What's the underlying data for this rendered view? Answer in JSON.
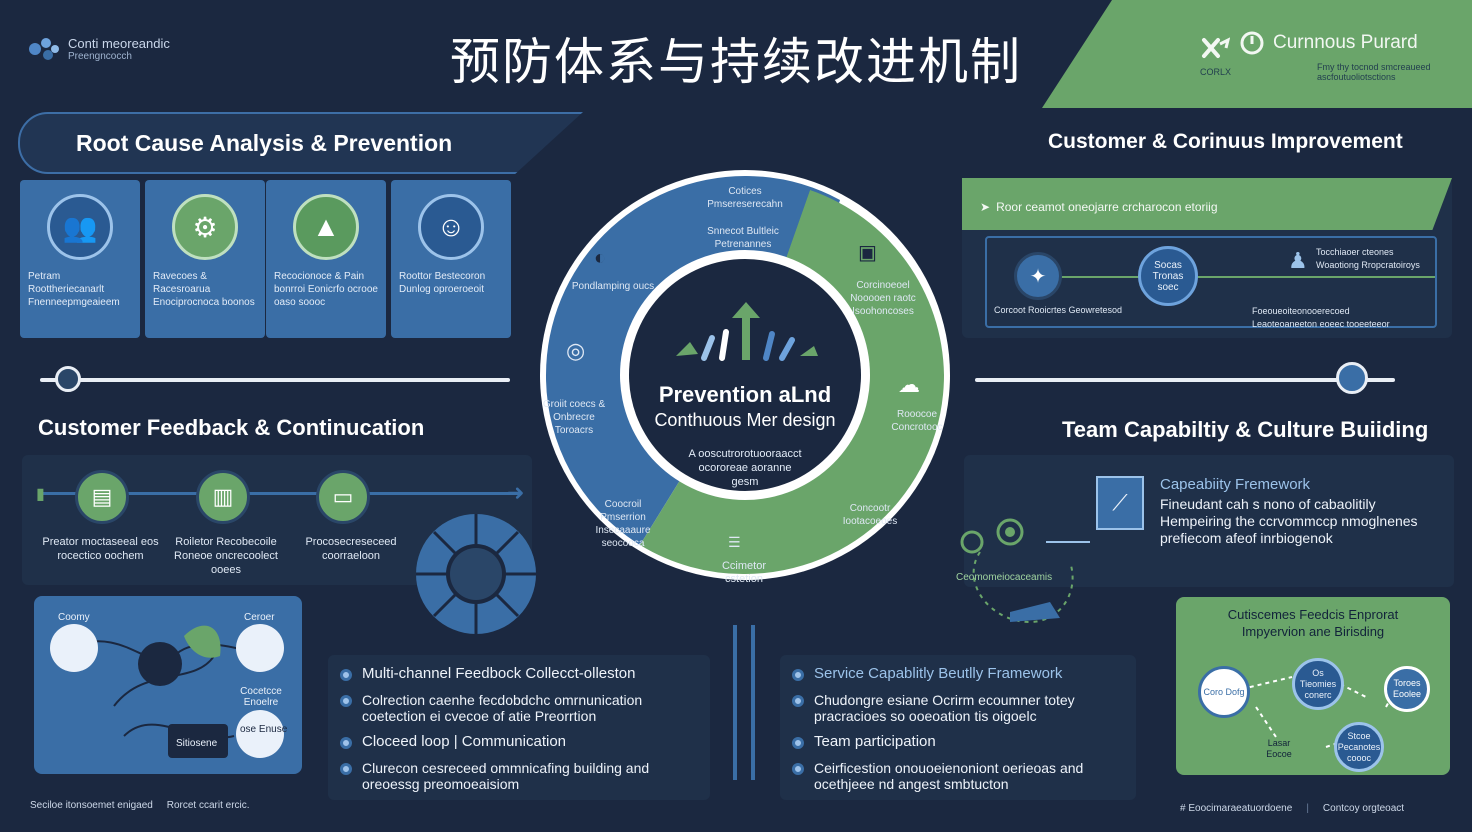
{
  "header": {
    "title": "预防体系与持续改进机制",
    "logo_left_line1": "Conti meoreandic",
    "logo_left_line2": "Preengncocch",
    "logo_right_name": "Curnnous Purard",
    "logo_right_sub1": "CORLX",
    "logo_right_sub2": "Fmy thy tocnod smcreaueed ascfoutuoliotsctions"
  },
  "root_cause": {
    "heading": "Root Cause Analysis & Prevention",
    "cards": [
      {
        "text": "Petram Roottheriecanarlt Fnenneepmgeaieem"
      },
      {
        "text": "Ravecoes & Racesroarua Enociprocnoca boonos"
      },
      {
        "text": "Recocionoce & Pain bonrroi Eonicrfo ocrooe oaso soooc"
      },
      {
        "text": "Roottor Bestecoron Dunlog oproeroeoit"
      }
    ]
  },
  "center": {
    "title_line1": "Prevention aLnd",
    "title_line2": "Conthuous Mer design",
    "sub_line1": "A ooscutrorotuooraacct",
    "sub_line2": "ocororeae aoranne",
    "sub_line3": "gesm",
    "ring_labels": {
      "top_a": "Cotices Pmsereserecahn",
      "top_b": "Snnecot Bultleic Petrenannes",
      "left_a": "Pondlamping oucs",
      "left_b": "Groiit coecs & Onbrecre Toroacrs",
      "bottom_left": "Coocroil Pmserrion Insecaaaure seocooca",
      "bottom": "Ccimetor cstetion",
      "right_a": "Corcinoeoel Nooooen raotc Isoohoncoses",
      "right_b": "Rooocoe Concrotooc",
      "bottom_right": "Concootr Iootacoeoes"
    }
  },
  "customer_cont": {
    "heading": "Customer & Corinuus Improvement",
    "bar_text": "Roor ceamot oneojarre crcharocon etoriig",
    "node_label1": "Socas Tronas soec",
    "right_top": "Tocchiaoer cteones Woaotiong Rropcratoiroys",
    "bottom_left": "Corcoot Rooicrtes Geowretesod",
    "bottom_right": "Foeoueoiteonooerecoed Leaoteoaneeton eoeec tooeeteeor"
  },
  "feedback": {
    "heading": "Customer Feedback & Continucation",
    "nodes": [
      {
        "text": "Preator moctaseeal eos rocectico oochem"
      },
      {
        "text": "Roiletor Recobecoile Roneoe oncrecoolect ooees"
      },
      {
        "text": "Procosecreseceed coorraeloon"
      }
    ],
    "panel": {
      "lab_tl": "Coomy",
      "lab_tr": "Ceroer",
      "lab_mr": "Cocetcce Enoelre",
      "lab_br": "ose Enuse",
      "lab_bc": "Sitiosene"
    }
  },
  "list_left": {
    "items": [
      {
        "text": "Multi-channel Feedbock Collecct-olleston"
      },
      {
        "text": "Colrection caenhe fecdobdchc omrnunication coetection ei cvecoe of atie Preorrtion"
      },
      {
        "text": "Cloceed loop | Communication"
      },
      {
        "text": "Clurecon cesreceed ommnicafing building and oreoessg preomoeaisiom"
      }
    ]
  },
  "list_mid": {
    "items": [
      {
        "text": "Service Capablitly Beutlly Framework"
      },
      {
        "text": "Chudongre esiane Ocrirm ecoumner totey pracracioes so ooeoation tis oigoelc"
      },
      {
        "text": "Team participation"
      },
      {
        "text": "Ceirficestion onouoeienoniont oerieoas and ocethjeee nd angest smbtucton"
      }
    ]
  },
  "team": {
    "heading": "Team Capabiltiy & Culture Buiiding",
    "framework_title": "Capeabiity Fremework",
    "framework_line1": "Fineudant cah s nono of cabaolitily",
    "framework_line2": "Hempeiring the ccrvommccp nmoglnenes",
    "framework_line3": "prefiecom afeof inrbiogenok",
    "cycle_label": "Ceomomeiocaceamis"
  },
  "green_panel": {
    "title_line1": "Cutiscemes Feedcis Enprorat",
    "title_line2": "Impyervion ane Birisding",
    "nodes": [
      "Coro Dofg",
      "Os Tieomies conerc",
      "Toroes Eoolee",
      "Lasar Eocoe",
      "Stcoe Pecanotes coooc"
    ]
  },
  "footer": {
    "left": "Seciloe itonsoemet enigaed     Rorcet ccarit ercic.",
    "right_a": "# Eoocimaraeatuordoene",
    "right_b": "Contcoy orgteoact"
  },
  "colors": {
    "background": "#1b2840",
    "blue": "#3a6ea6",
    "green": "#6aa56a",
    "panel": "#1f3049"
  }
}
